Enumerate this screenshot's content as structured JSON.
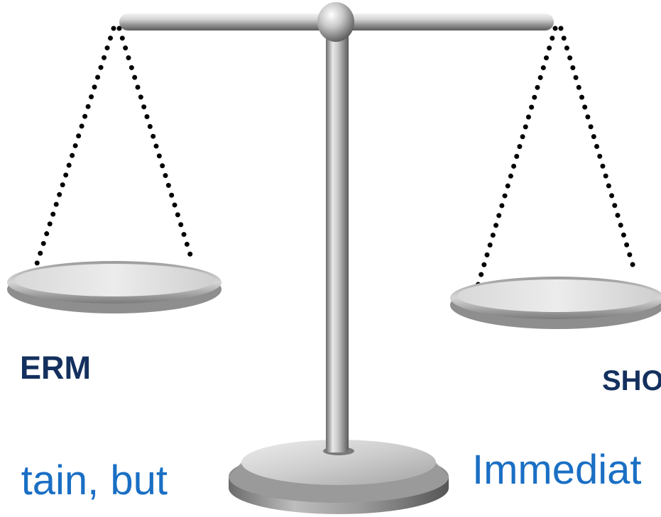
{
  "slide": {
    "left_side": {
      "heading": "ERM",
      "text": "tain, but"
    },
    "right_side": {
      "heading": "SHO",
      "text": "Immediat"
    }
  },
  "colors": {
    "heading": "#14305e",
    "body_text": "#1a6fc4",
    "metal": "#a9a9a9",
    "chain": "#000000"
  },
  "icons": [
    "balance-scale-icon"
  ]
}
